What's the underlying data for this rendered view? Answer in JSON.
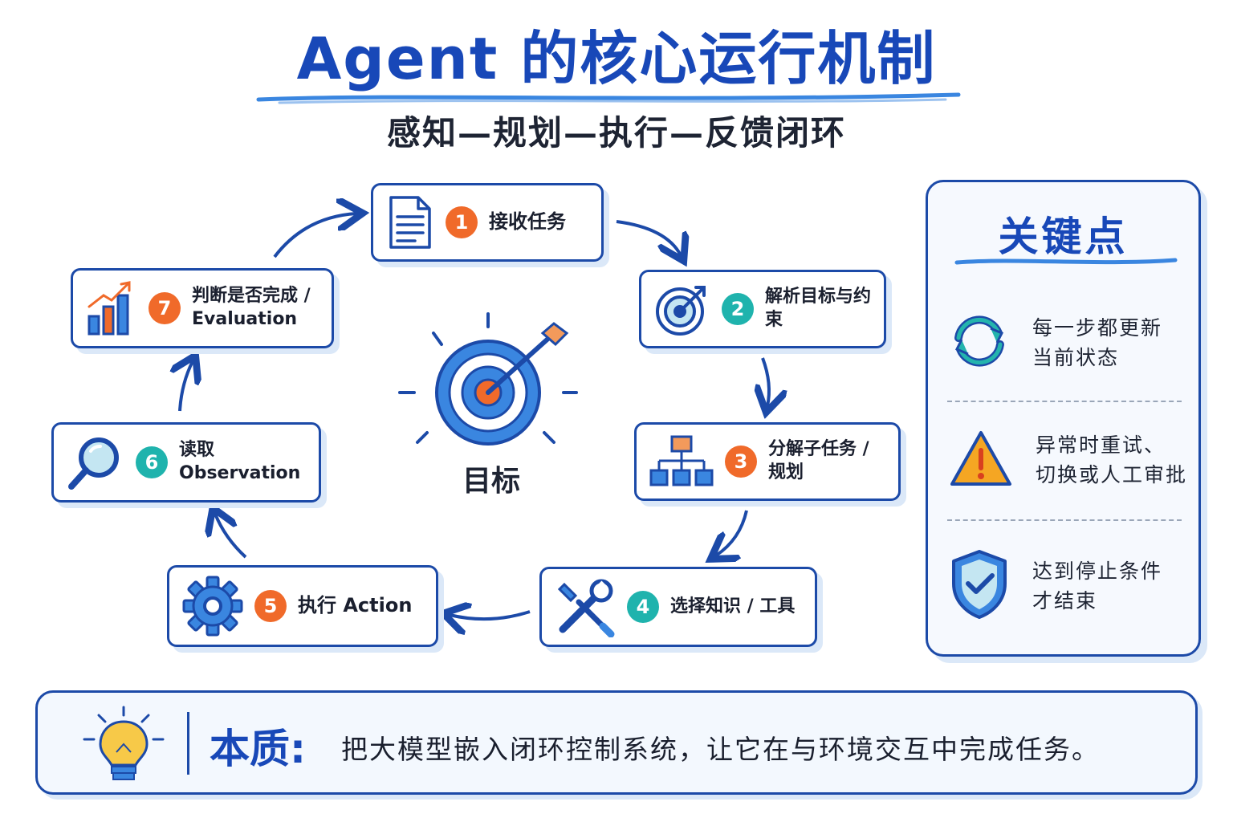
{
  "title": "Agent 的核心运行机制",
  "subtitle": "感知—规划—执行—反馈闭环",
  "steps": [
    {
      "number": "1",
      "label": "接收任务",
      "icon": "document-icon"
    },
    {
      "number": "2",
      "label": "解析目标与约束",
      "icon": "target-icon"
    },
    {
      "number": "3",
      "label": "分解子任务 / 规划",
      "icon": "hierarchy-icon"
    },
    {
      "number": "4",
      "label": "选择知识 / 工具",
      "icon": "tools-icon"
    },
    {
      "number": "5",
      "label": "执行 Action",
      "icon": "gear-icon"
    },
    {
      "number": "6",
      "label": "读取 Observation",
      "icon": "magnifier-icon"
    },
    {
      "number": "7",
      "label_line1": "判断是否完成 /",
      "label_line2": "Evaluation",
      "icon": "bar-chart-icon"
    }
  ],
  "center": {
    "label": "目标",
    "icon": "bullseye-icon"
  },
  "key_points": {
    "title": "关键点",
    "items": [
      {
        "line1": "每一步都更新",
        "line2": "当前状态",
        "icon": "refresh-icon"
      },
      {
        "line1": "异常时重试、",
        "line2": "切换或人工审批",
        "icon": "warning-icon"
      },
      {
        "line1": "达到停止条件",
        "line2": "才结束",
        "icon": "shield-check-icon"
      }
    ]
  },
  "essence": {
    "label": "本质:",
    "text": "把大模型嵌入闭环控制系统，让它在与环境交互中完成任务。",
    "icon": "lightbulb-icon"
  },
  "colors": {
    "primary_blue": "#1c4aa8",
    "title_blue": "#1848b8",
    "badge_orange": "#f06a2a",
    "badge_teal": "#1fb3ad",
    "accent_light_blue": "#3a86e0"
  }
}
